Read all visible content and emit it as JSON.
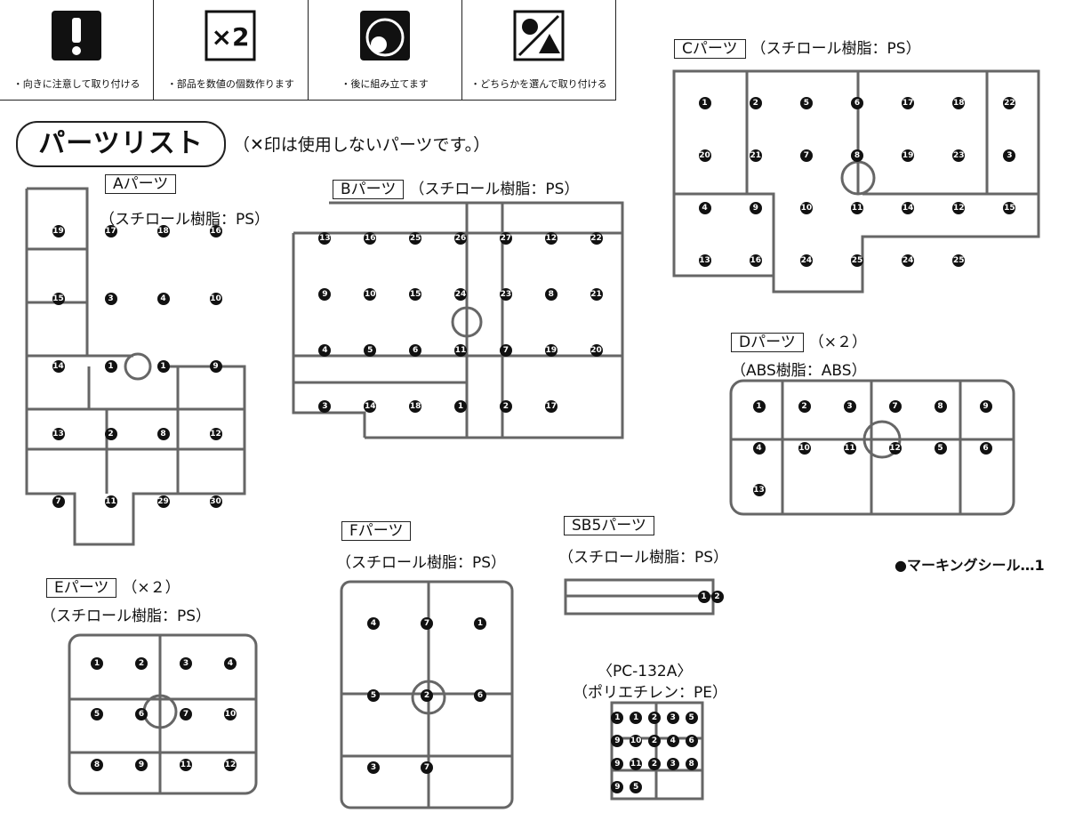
{
  "legend": [
    {
      "icon": "exclamation-icon",
      "caption": "・向きに注意して取り付ける"
    },
    {
      "icon": "times-two-icon",
      "symbol": "×2",
      "caption": "・部品を数値の個数作ります"
    },
    {
      "icon": "circle-after-icon",
      "caption": "・後に組み立てます"
    },
    {
      "icon": "choose-one-icon",
      "caption": "・どちらかを選んで取り付ける"
    }
  ],
  "header": {
    "title": "パーツリスト",
    "note": "（✕印は使用しないパーツです。）"
  },
  "runners": {
    "A": {
      "label": "Aパーツ",
      "material": "（スチロール樹脂：PS）"
    },
    "B": {
      "label": "Bパーツ",
      "material": "（スチロール樹脂：PS）"
    },
    "C": {
      "label": "Cパーツ",
      "material": "（スチロール樹脂：PS）"
    },
    "D": {
      "label": "Dパーツ",
      "count": "（×２）",
      "material": "（ABS樹脂：ABS）"
    },
    "E": {
      "label": "Eパーツ",
      "count": "（×２）",
      "material": "（スチロール樹脂：PS）"
    },
    "F": {
      "label": "Fパーツ",
      "material": "（スチロール樹脂：PS）"
    },
    "SB5": {
      "label": "SB5パーツ",
      "material": "（スチロール樹脂：PS）"
    },
    "PC": {
      "label": "〈PC-132A〉",
      "material": "（ポリエチレン：PE）"
    }
  },
  "sticker": "●マーキングシール…1",
  "numbers": {
    "A": [
      "19",
      "17",
      "18",
      "16",
      "15",
      "3",
      "4",
      "10",
      "14",
      "1",
      "1",
      "9",
      "13",
      "2",
      "8",
      "12",
      "7",
      "11",
      "29",
      "30"
    ],
    "B": [
      "13",
      "16",
      "25",
      "26",
      "27",
      "12",
      "22",
      "9",
      "10",
      "15",
      "24",
      "23",
      "8",
      "21",
      "4",
      "5",
      "6",
      "11",
      "7",
      "19",
      "20",
      "3",
      "14",
      "18",
      "1",
      "2",
      "17"
    ],
    "C": [
      "1",
      "2",
      "5",
      "6",
      "17",
      "18",
      "22",
      "20",
      "21",
      "7",
      "8",
      "19",
      "23",
      "3",
      "4",
      "9",
      "10",
      "11",
      "14",
      "12",
      "15",
      "13",
      "16",
      "24",
      "25",
      "24",
      "25"
    ],
    "D": [
      "1",
      "2",
      "3",
      "7",
      "8",
      "9",
      "4",
      "10",
      "11",
      "12",
      "5",
      "6",
      "13"
    ],
    "E": [
      "1",
      "2",
      "3",
      "4",
      "5",
      "6",
      "7",
      "10",
      "8",
      "9",
      "11",
      "12"
    ],
    "F": [
      "4",
      "7",
      "1",
      "5",
      "2",
      "6",
      "3",
      "7"
    ],
    "SB5": [
      "1",
      "2"
    ],
    "PC": [
      "1",
      "1",
      "2",
      "3",
      "5",
      "9",
      "10",
      "2",
      "4",
      "6",
      "9",
      "11",
      "2",
      "3",
      "8",
      "9",
      "5"
    ]
  }
}
